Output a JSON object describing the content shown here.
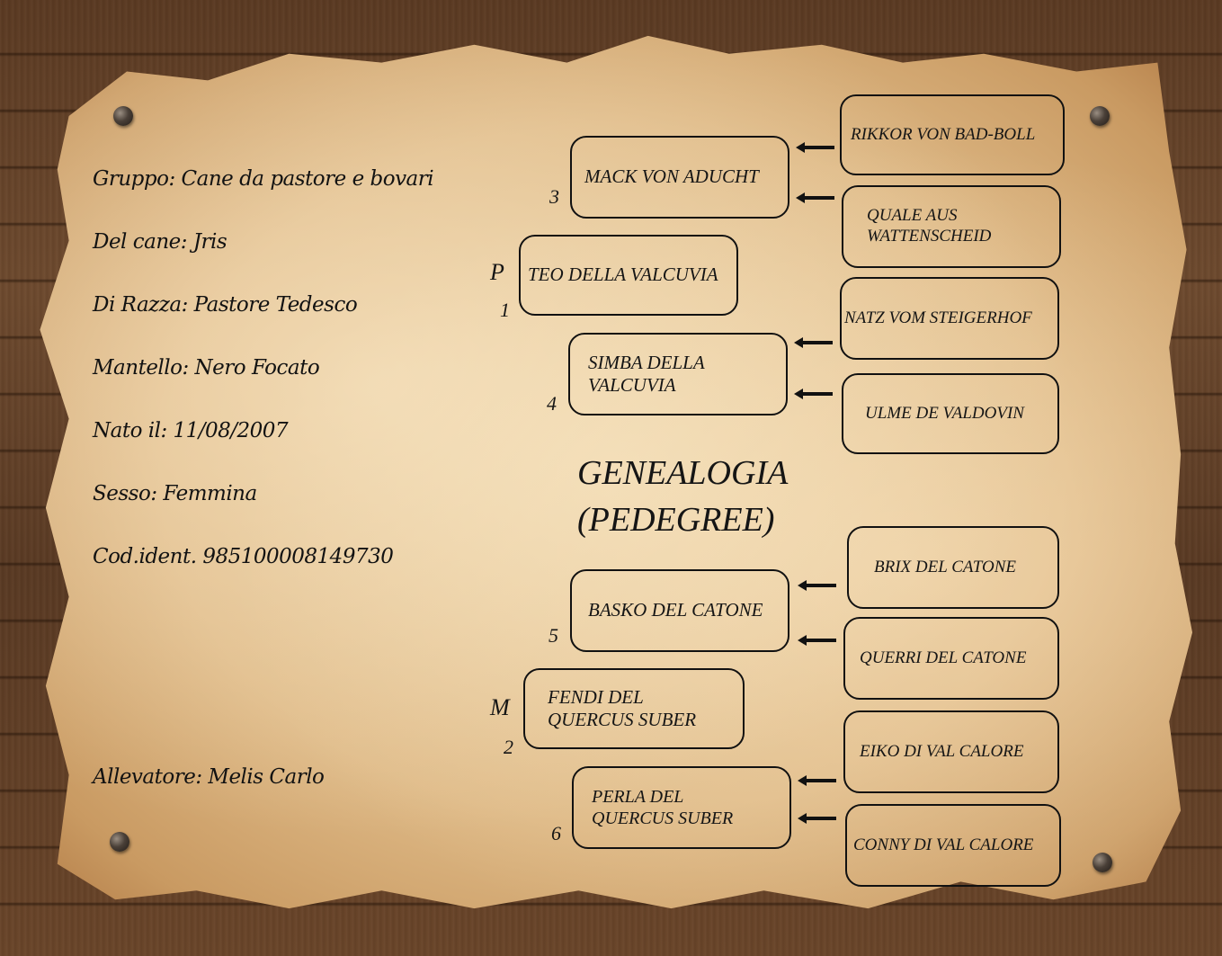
{
  "info": {
    "gruppo": "Gruppo:  Cane da pastore e bovari",
    "cane": "Del cane: Jris",
    "razza": "Di Razza: Pastore Tedesco",
    "mantello": "Mantello: Nero Focato",
    "nato": "Nato il: 11/08/2007",
    "sesso": "Sesso:  Femmina",
    "codice": "Cod.ident. 985100008149730",
    "allevatore": "Allevatore:  Melis Carlo"
  },
  "title": {
    "line1": "GENEALOGIA",
    "line2": "(PEDEGREE)"
  },
  "markers": {
    "padre": "P",
    "madre": "M"
  },
  "parents": {
    "sire": {
      "number": "1",
      "name": "TEO DELLA VALCUVIA"
    },
    "dam": {
      "number": "2",
      "name_line1": "FENDI DEL",
      "name_line2": "QUERCUS SUBER"
    }
  },
  "grandparents": {
    "g3": {
      "number": "3",
      "name": "MACK VON ADUCHT"
    },
    "g4": {
      "number": "4",
      "name_line1": "SIMBA DELLA",
      "name_line2": "VALCUVIA"
    },
    "g5": {
      "number": "5",
      "name": "BASKO DEL CATONE"
    },
    "g6": {
      "number": "6",
      "name_line1": "PERLA DEL",
      "name_line2": "QUERCUS SUBER"
    }
  },
  "great_grandparents": {
    "gg1": "RIKKOR VON BAD-BOLL",
    "gg2_line1": "QUALE AUS",
    "gg2_line2": "WATTENSCHEID",
    "gg3": "NATZ VOM STEIGERHOF",
    "gg4": "ULME DE VALDOVIN",
    "gg5": "BRIX DEL CATONE",
    "gg6": "QUERRI DEL CATONE",
    "gg7": "EIKO DI VAL CALORE",
    "gg8": "CONNY DI VAL CALORE"
  },
  "icons": {
    "arrow": "left-arrow-icon",
    "nail": "nail-icon"
  }
}
